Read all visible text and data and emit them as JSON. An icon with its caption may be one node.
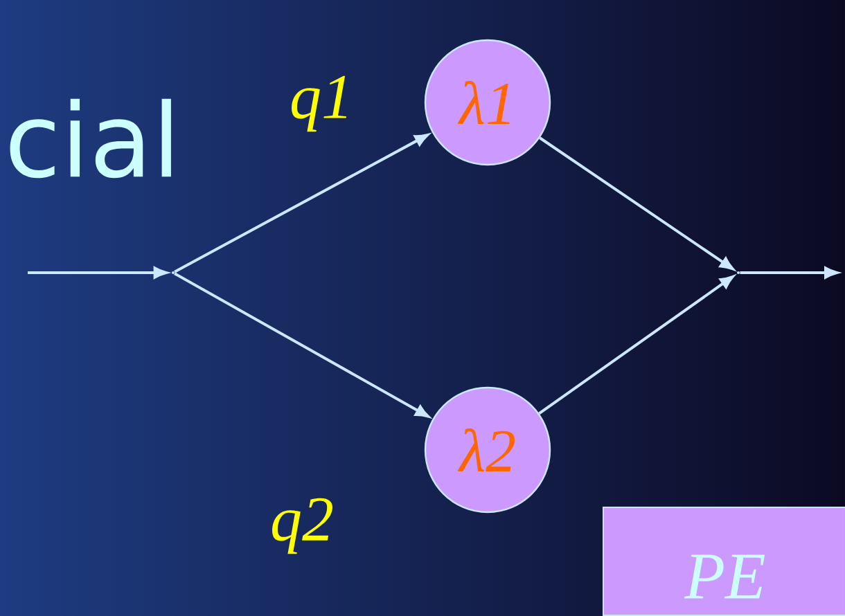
{
  "diagram": {
    "nodes": [
      {
        "text": [],
        "shape": "point"
      },
      {
        "text": [
          "λ1"
        ]
      },
      {
        "text": [
          "λ2"
        ]
      },
      {
        "text": [],
        "shape": "point"
      },
      {
        "text": [
          "PE"
        ]
      }
    ],
    "edges": [
      {
        "from": null,
        "to": 0,
        "arrow": "to"
      },
      {
        "from": 0,
        "to": 1,
        "arrow": "to",
        "label": "q1"
      },
      {
        "from": 0,
        "to": 2,
        "arrow": "to",
        "label": "q2"
      },
      {
        "from": 1,
        "to": 3,
        "arrow": "to"
      },
      {
        "from": 2,
        "to": 3,
        "arrow": "to"
      },
      {
        "from": 3,
        "to": null,
        "arrow": "to"
      }
    ],
    "labels": [
      "cial"
    ]
  }
}
